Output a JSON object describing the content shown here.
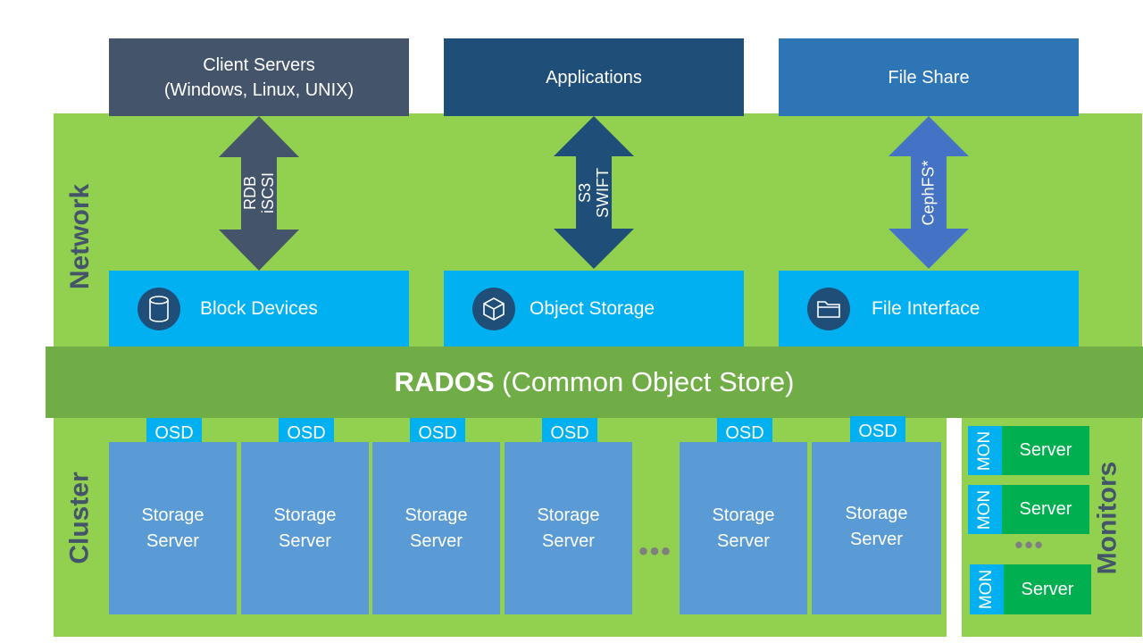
{
  "top_boxes": [
    {
      "line1": "Client Servers",
      "line2": "(Windows, Linux, UNIX)",
      "color": "#44546a"
    },
    {
      "line1": "Applications",
      "color": "#1f4e79"
    },
    {
      "line1": "File Share",
      "color": "#2e75b6"
    }
  ],
  "network_label": "Network",
  "arrows": [
    {
      "line1": "RDB",
      "line2": "iSCSI",
      "color": "#44546a"
    },
    {
      "line1": "S3",
      "line2": "SWIFT",
      "color": "#1f4e79"
    },
    {
      "line1": "CephFS*",
      "color": "#4472c4"
    }
  ],
  "interfaces": [
    {
      "label": "Block Devices",
      "icon": "cylinder-icon"
    },
    {
      "label": "Object Storage",
      "icon": "cube-icon"
    },
    {
      "label": "File Interface",
      "icon": "folder-icon"
    }
  ],
  "rados": {
    "bold": "RADOS",
    "rest": "(Common Object Store)"
  },
  "cluster_label": "Cluster",
  "monitors_label": "Monitors",
  "osd_label": "OSD",
  "storage_servers": [
    {
      "line1": "Storage",
      "line2": "Server"
    },
    {
      "line1": "Storage",
      "line2": "Server"
    },
    {
      "line1": "Storage",
      "line2": "Server"
    },
    {
      "line1": "Storage",
      "line2": "Server"
    },
    {
      "line1": "Storage",
      "line2": "Server"
    },
    {
      "line1": "Storage",
      "line2": "Server"
    }
  ],
  "ellipsis": "•••",
  "monitors": [
    {
      "mon": "MON",
      "server": "Server"
    },
    {
      "mon": "MON",
      "server": "Server"
    },
    {
      "mon": "MON",
      "server": "Server"
    }
  ],
  "colors": {
    "green": "#92d050",
    "green_dark": "#70ad47",
    "cyan": "#00b0f0",
    "storage_blue": "#5b9bd5",
    "mon_green": "#00b050",
    "label_slate": "#44546a"
  }
}
